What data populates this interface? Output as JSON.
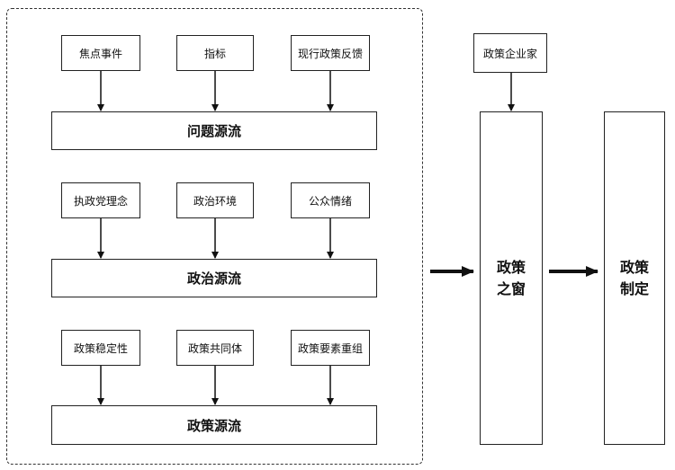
{
  "problem_stream": {
    "inputs": [
      "焦点事件",
      "指标",
      "现行政策反馈"
    ],
    "title": "问题源流"
  },
  "political_stream": {
    "inputs": [
      "执政党理念",
      "政治环境",
      "公众情绪"
    ],
    "title": "政治源流"
  },
  "policy_stream": {
    "inputs": [
      "政策稳定性",
      "政策共同体",
      "政策要素重组"
    ],
    "title": "政策源流"
  },
  "entrepreneur": "政策企业家",
  "window": {
    "line1": "政策",
    "line2": "之窗"
  },
  "making": {
    "line1": "政策",
    "line2": "制定"
  }
}
